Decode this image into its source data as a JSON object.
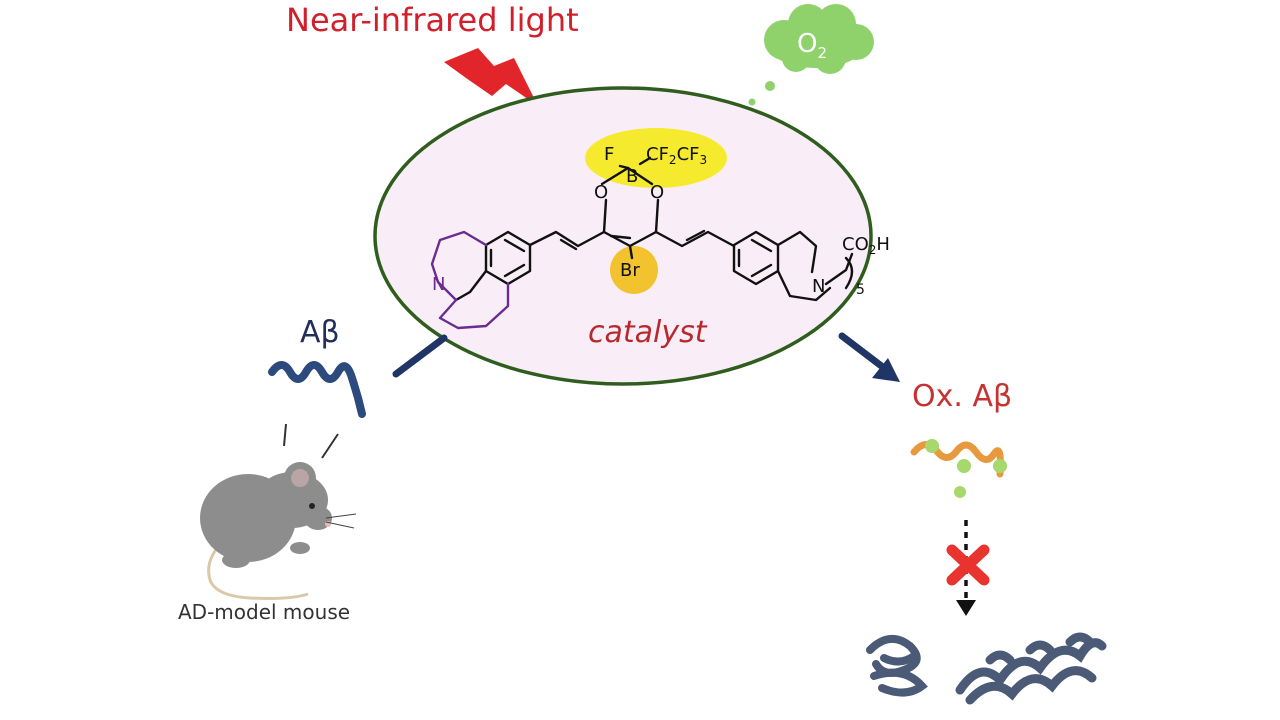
{
  "title": "Near-infrared light",
  "oxygen_label": {
    "main": "O",
    "sub": "2"
  },
  "catalyst": {
    "name": "catalyst",
    "atoms": {
      "fluorine": "F",
      "boron": "B",
      "perfluoroethyl": {
        "a": "CF",
        "a_sub": "2",
        "b": "CF",
        "b_sub": "3"
      },
      "oxygen_left": "O",
      "oxygen_right": "O",
      "bromine": "Br",
      "nitrogen_left": "N",
      "nitrogen_right": "N",
      "carboxyl": {
        "a": "CO",
        "a_sub": "2",
        "b": "H"
      },
      "chain_count": "5"
    }
  },
  "abeta_label": "Aβ",
  "oxidized_label": "Ox. Aβ",
  "mouse_label": "AD-model mouse",
  "colors": {
    "title_red": "#d0202c",
    "lightning_red": "#e2252b",
    "ellipse_fill": "#f9eef7",
    "ellipse_border": "#2f5d1d",
    "cloud_green": "#8fd16a",
    "highlight_yellow": "#f6ea2e",
    "bromine_gold": "#f3c22f",
    "peptide_navy": "#2c4a7d",
    "arrow_navy": "#1f3566",
    "oxidized_orange": "#e9993d",
    "oxidized_dot_green": "#a6d86b",
    "inhibit_red": "#e8332f",
    "nitrogen_purple": "#6a2d8f",
    "aggregate_gray": "#4b5a76",
    "mouse_gray": "#8d8d8d"
  }
}
